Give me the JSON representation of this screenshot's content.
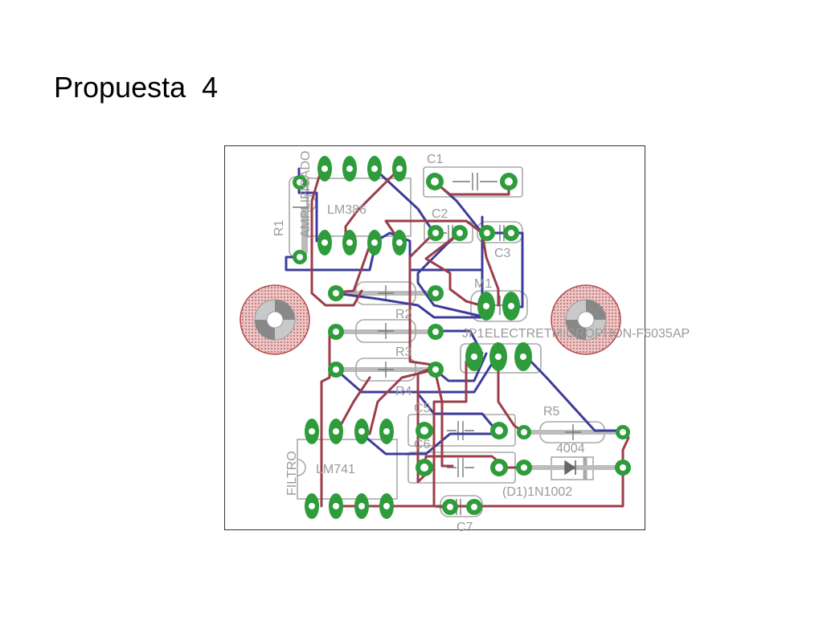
{
  "slide": {
    "title": "Propuesta  4"
  },
  "labels": {
    "amp": "AMPLIFICADO",
    "r1": "R1",
    "lm386": "LM386",
    "c1": "C1",
    "c2": "C2",
    "c3": "C3",
    "m1": "M1",
    "r2": "R2",
    "r3": "R3",
    "r4": "R4",
    "jp": "JP1",
    "electret": "ELECTRETMICROPHON-F6035AP",
    "c5": "C5",
    "c6": "C6",
    "r5": "R5",
    "d1val": "4004",
    "d1": "(D1)1N1002",
    "filtro": "FILTRO",
    "lm741": "LM741",
    "c7": "C7"
  },
  "colors": {
    "top_copper": "#9b3d4a",
    "bottom_copper": "#3c3c9a",
    "pads": "#2e9c3b",
    "silkscreen": "#a8a8a8",
    "mount_hole": "#b24a4a"
  }
}
